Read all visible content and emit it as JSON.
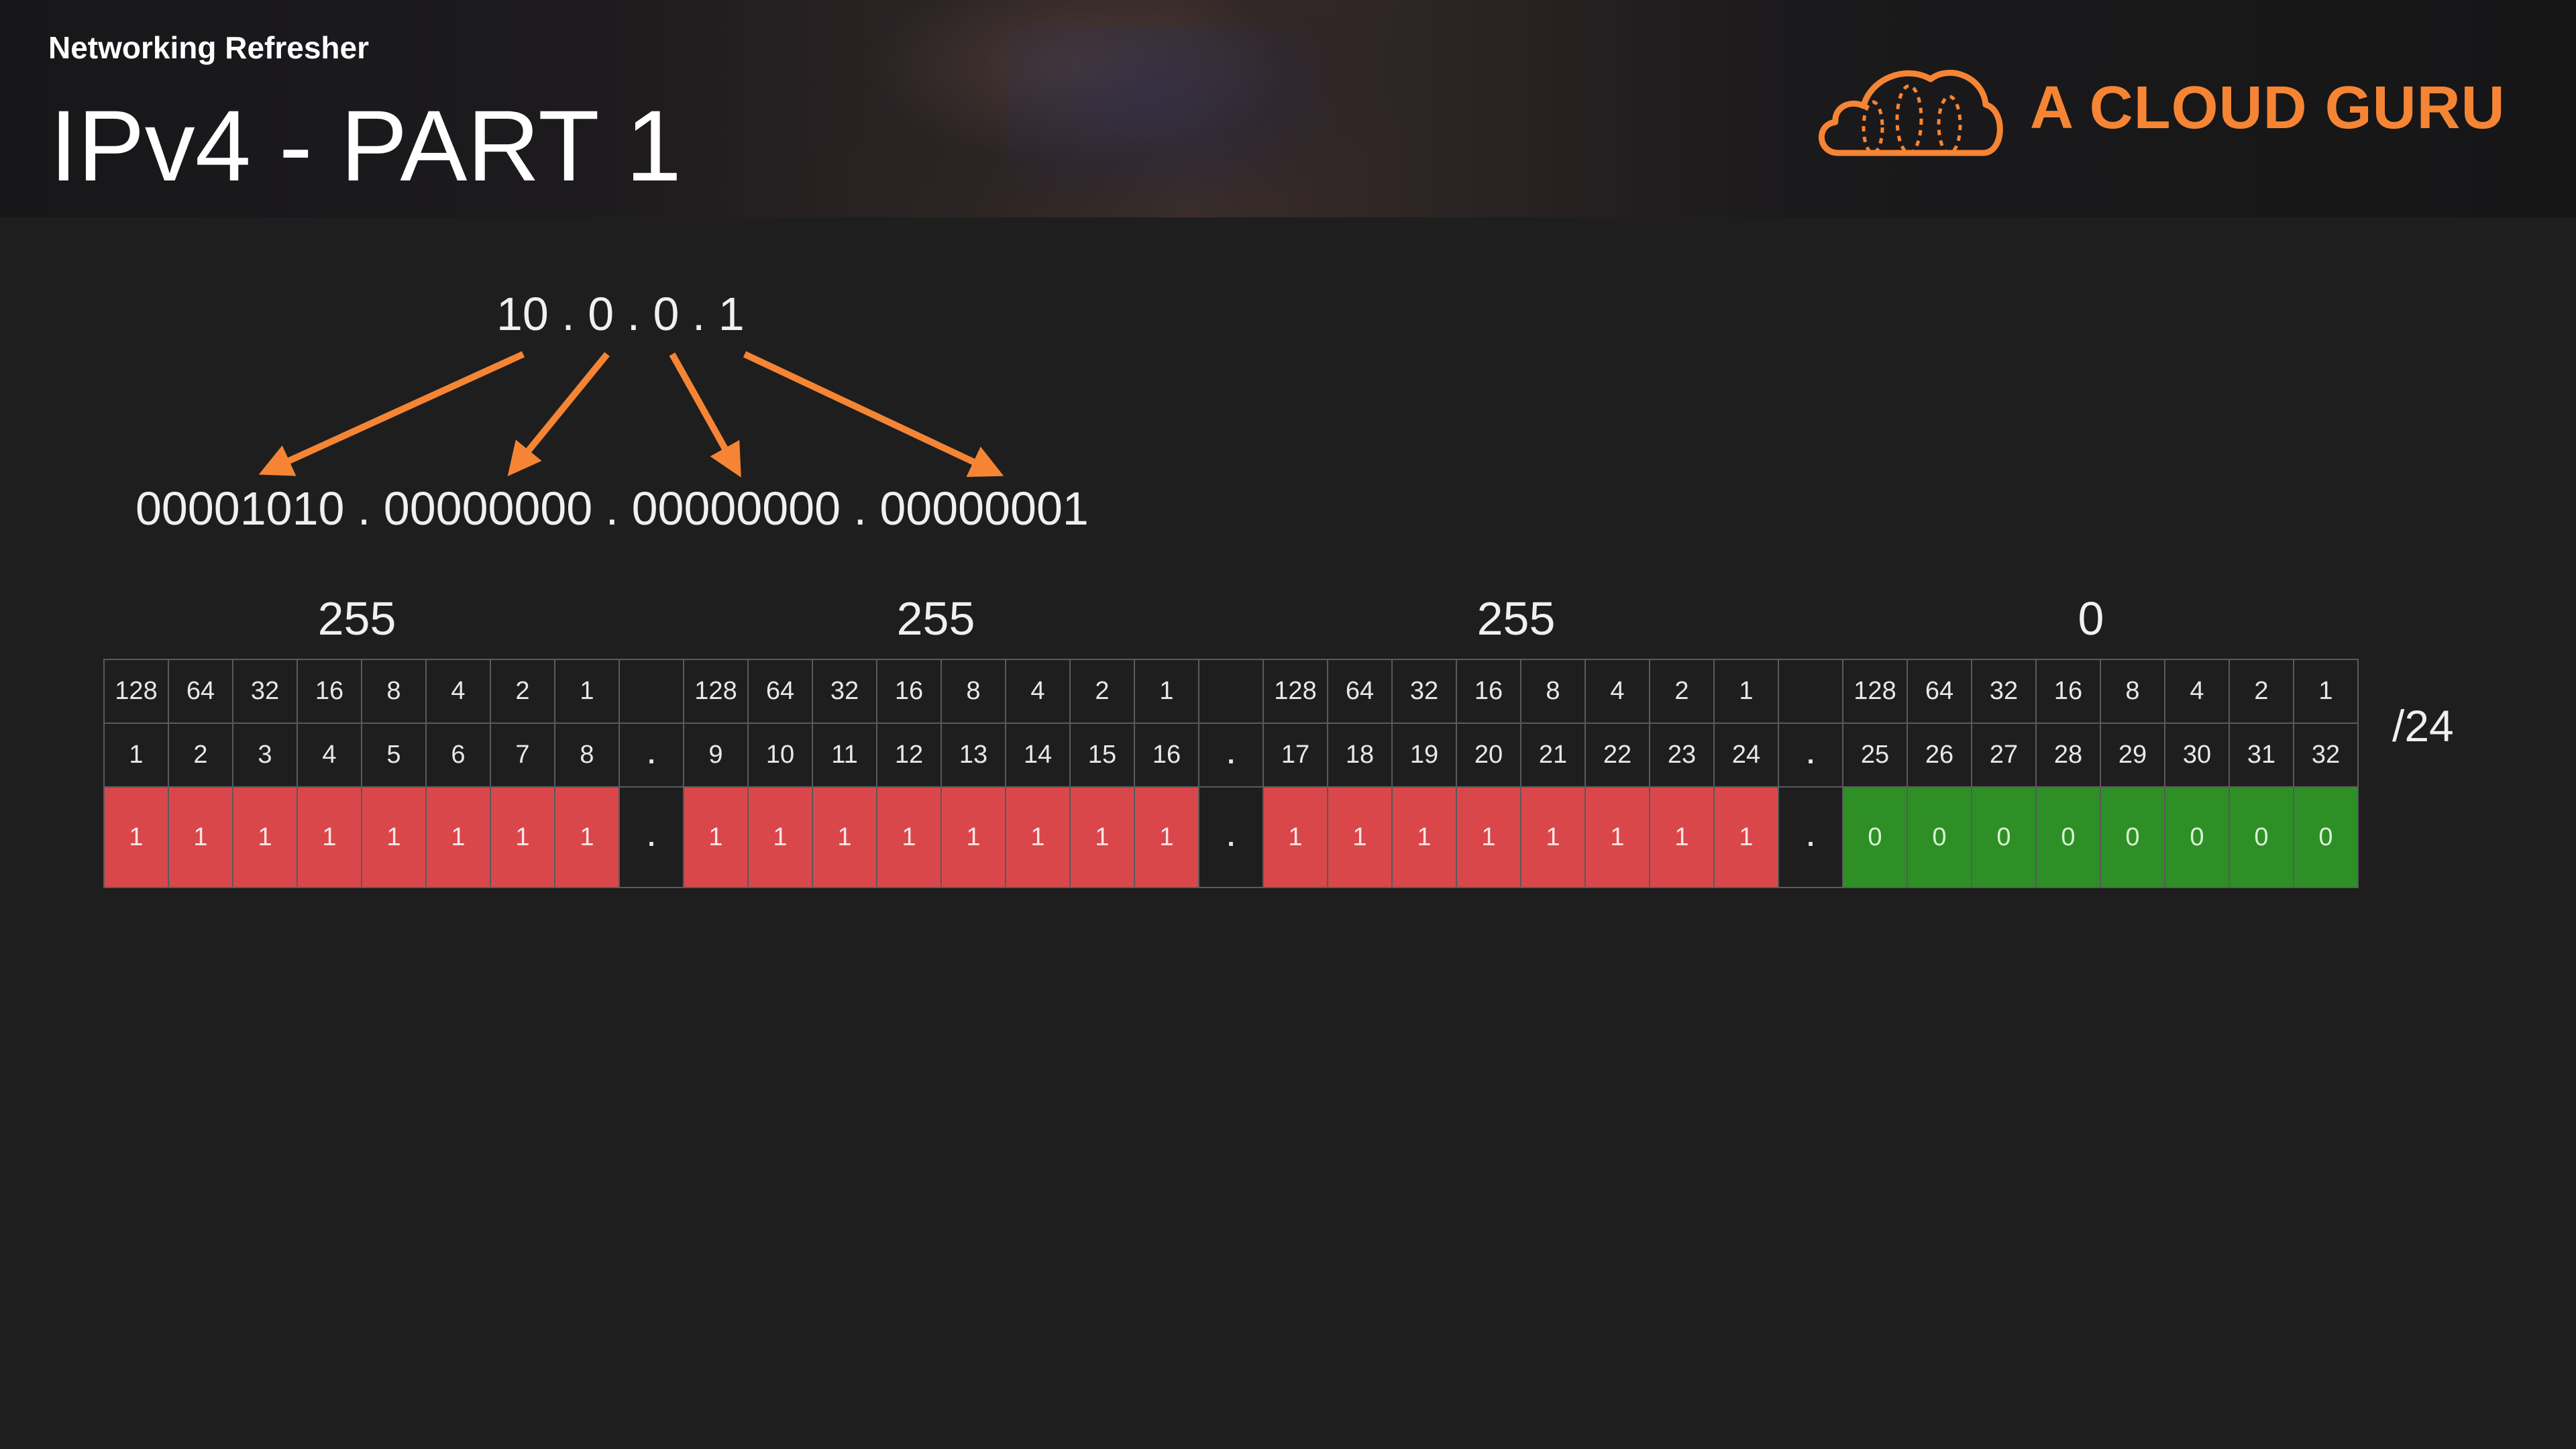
{
  "header": {
    "subtitle": "Networking Refresher",
    "title": "IPv4 - PART 1",
    "brand": "A CLOUD GURU",
    "brand_color": "#f58534",
    "logo_icon": "cloud-icon"
  },
  "ip": {
    "decimal": "10 . 0 . 0 . 1",
    "binary": "00001010 . 00000000 . 00000000 . 00000001"
  },
  "mask": {
    "octet_labels": [
      "255",
      "255",
      "255",
      "0"
    ],
    "cidr": "/24",
    "place_values": [
      "128",
      "64",
      "32",
      "16",
      "8",
      "4",
      "2",
      "1"
    ],
    "separator": ".",
    "on_color": "#d9474b",
    "off_color": "#2e8f27",
    "bits": [
      "1",
      "1",
      "1",
      "1",
      "1",
      "1",
      "1",
      "1",
      "1",
      "1",
      "1",
      "1",
      "1",
      "1",
      "1",
      "1",
      "1",
      "1",
      "1",
      "1",
      "1",
      "1",
      "1",
      "1",
      "0",
      "0",
      "0",
      "0",
      "0",
      "0",
      "0",
      "0"
    ],
    "positions": [
      "1",
      "2",
      "3",
      "4",
      "5",
      "6",
      "7",
      "8",
      "9",
      "10",
      "11",
      "12",
      "13",
      "14",
      "15",
      "16",
      "17",
      "18",
      "19",
      "20",
      "21",
      "22",
      "23",
      "24",
      "25",
      "26",
      "27",
      "28",
      "29",
      "30",
      "31",
      "32"
    ]
  }
}
